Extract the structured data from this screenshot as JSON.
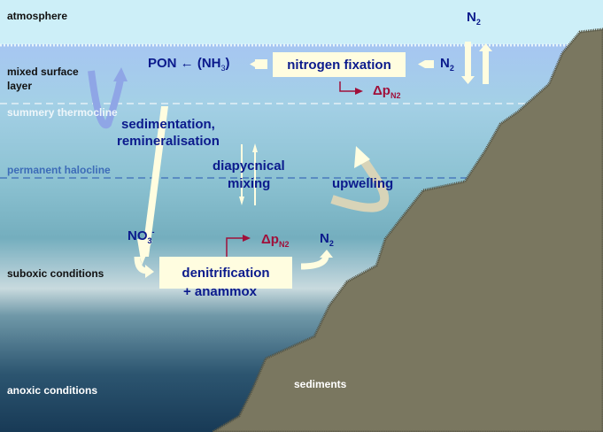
{
  "layers": {
    "atmosphere": "atmosphere",
    "mixed_surface_layer": "mixed surface layer",
    "summery_thermocline": "summery thermocline",
    "permanent_halocline": "permanent halocline",
    "suboxic": "suboxic conditions",
    "anoxic": "anoxic conditions",
    "sediments": "sediments"
  },
  "processes": {
    "nitrogen_fixation": "nitrogen fixation",
    "denitrification": "denitrification",
    "anammox": "+ anammox",
    "sedimentation": "sedimentation,",
    "remineralisation": "remineralisation",
    "diapycnical": "diapycnical",
    "mixing": "mixing",
    "upwelling": "upwelling"
  },
  "species": {
    "pon": "PON ← (NH",
    "nh_sub": "3",
    "close": ")",
    "n": "N",
    "two": "2",
    "no": "NO",
    "three": "3",
    "minus": "-",
    "delta_p": "Δp",
    "n2_sub": "N2"
  },
  "colors": {
    "sediment": "#7a7760",
    "box": "#fffde0",
    "text_blue": "#0b1a8c",
    "text_red": "#a0103a"
  }
}
